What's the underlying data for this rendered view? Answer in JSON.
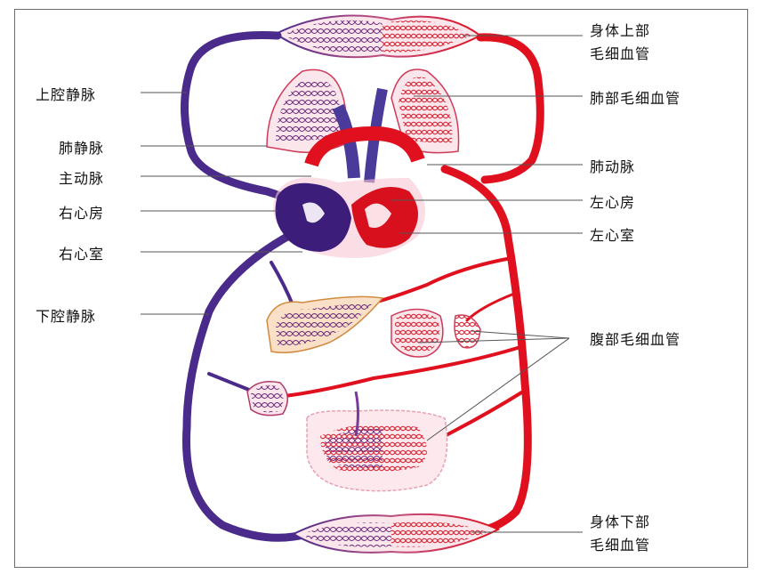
{
  "labels": {
    "upper_body_capillary_1": "身体上部",
    "upper_body_capillary_2": "毛细血管",
    "superior_vena_cava": "上腔静脉",
    "pulmonary_capillary": "肺部毛细血管",
    "pulmonary_vein": "肺静脉",
    "pulmonary_artery": "肺动脉",
    "aorta": "主动脉",
    "left_atrium": "左心房",
    "right_atrium": "右心房",
    "left_ventricle": "左心室",
    "right_ventricle": "右心室",
    "inferior_vena_cava": "下腔静脉",
    "abdominal_capillary": "腹部毛细血管",
    "lower_body_capillary_1": "身体下部",
    "lower_body_capillary_2": "毛细血管"
  },
  "colors": {
    "venous": "#4a2a8a",
    "arterial": "#e0101e",
    "leader_line": "#555555"
  }
}
